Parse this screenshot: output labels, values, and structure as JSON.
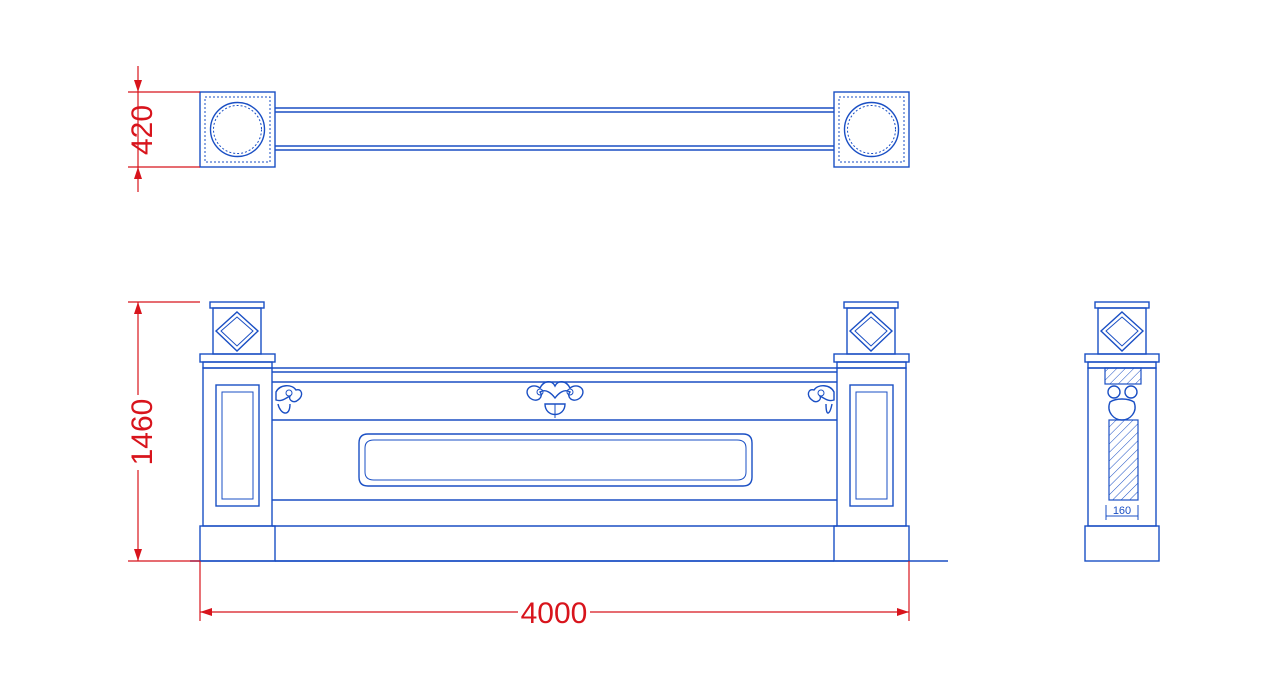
{
  "dimensions": {
    "plan_depth": "420",
    "elevation_height": "1460",
    "total_length": "4000",
    "section_width": "160"
  },
  "colors": {
    "line": "#1a4fc4",
    "dimension": "#d8141c",
    "background": "#ffffff"
  }
}
